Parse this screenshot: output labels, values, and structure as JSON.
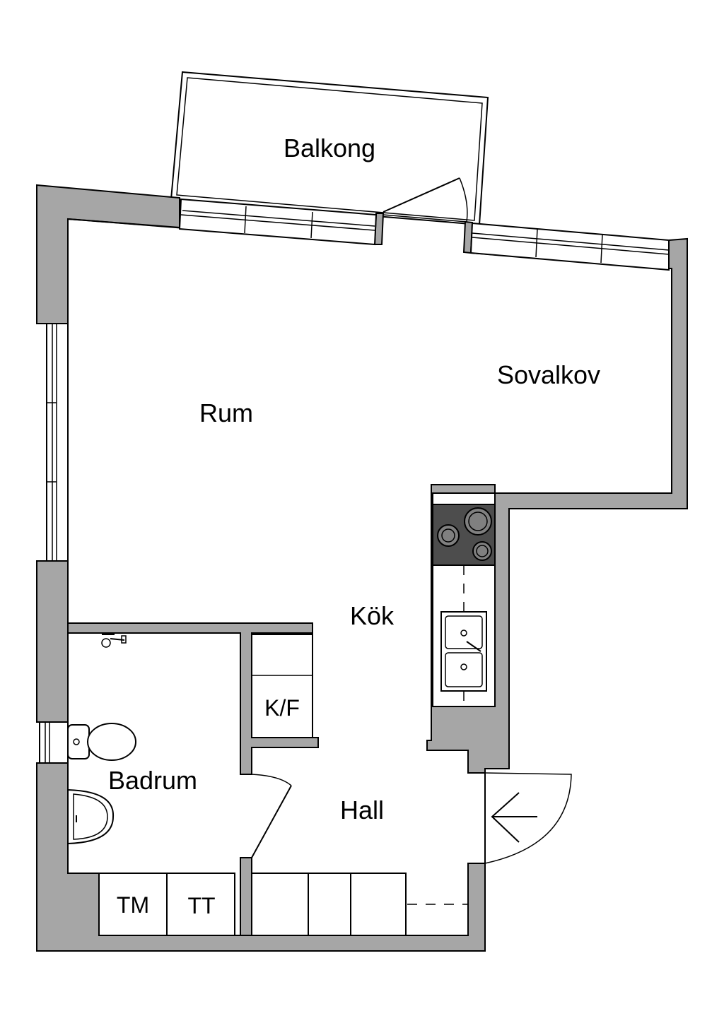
{
  "rooms": {
    "balcony": "Balkong",
    "living_room": "Rum",
    "sleeping_alcove": "Sovalkov",
    "kitchen": "Kök",
    "bathroom": "Badrum",
    "hall": "Hall"
  },
  "fixtures": {
    "fridge_freezer": "K/F",
    "washing_machine": "TM",
    "tumble_dryer": "TT"
  },
  "colors": {
    "wall": "#a6a6a6",
    "stove": "#4d4d4d",
    "line": "#000000",
    "background": "#ffffff"
  },
  "icons": {
    "entrance": "arrow-left-icon"
  }
}
